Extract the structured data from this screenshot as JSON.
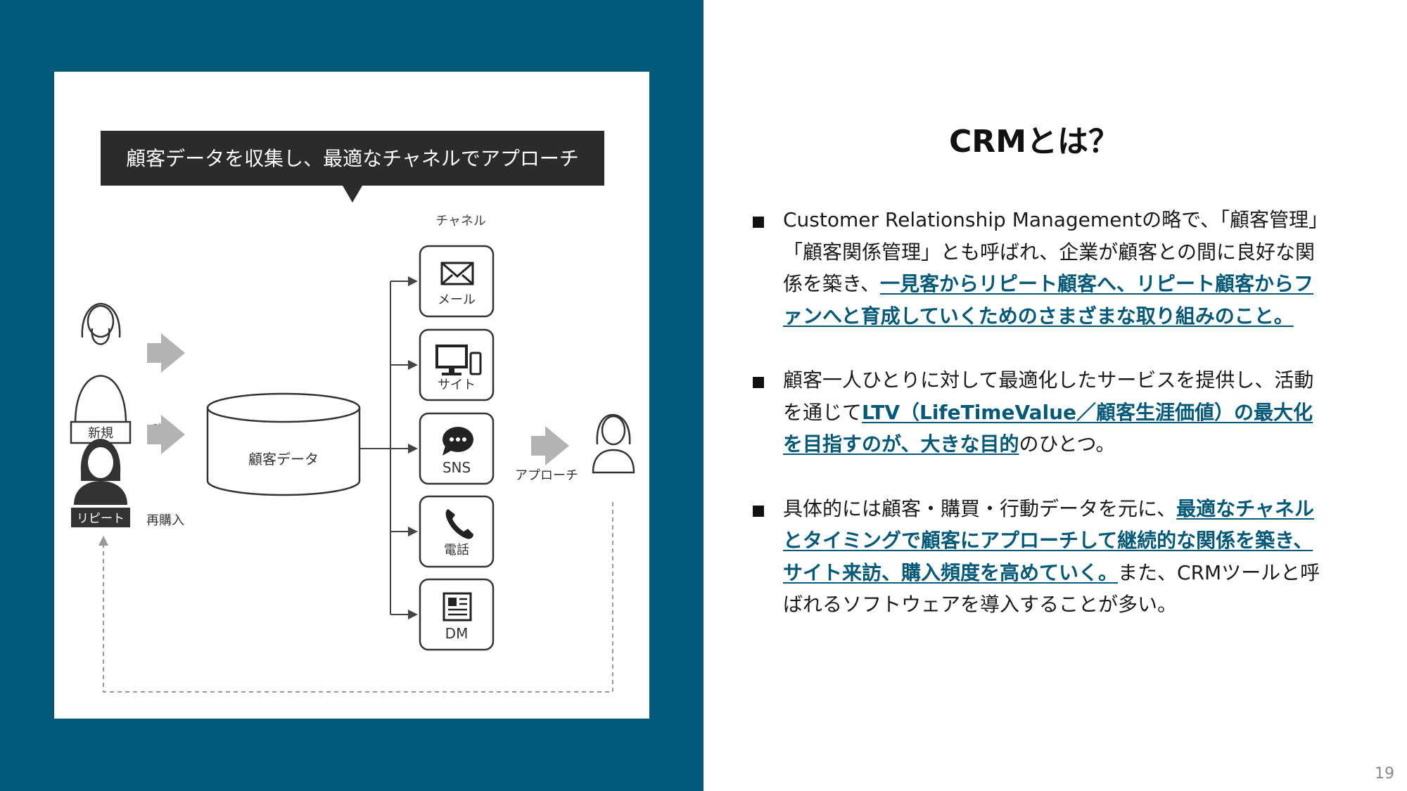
{
  "slide": {
    "title": "CRMとは？",
    "page_number": "19"
  },
  "figure": {
    "banner": "顧客データを収集し、最適なチャネルでアプローチ",
    "channels_heading": "チャネル",
    "database_label": "顧客データ",
    "customer_new_label": "新規",
    "customer_repeat_label": "リピート",
    "purchase_label": "購入",
    "repurchase_label": "再購入",
    "approach_label": "アプローチ",
    "channels": [
      {
        "label": "メール",
        "icon": "mail-icon"
      },
      {
        "label": "サイト",
        "icon": "monitor-icon"
      },
      {
        "label": "SNS",
        "icon": "chat-icon"
      },
      {
        "label": "電話",
        "icon": "phone-icon"
      },
      {
        "label": "DM",
        "icon": "newspaper-icon"
      }
    ]
  },
  "bullets": [
    {
      "text1": "Customer Relationship Managementの略で、「顧客管理」「顧客関係管理」とも呼ばれ、企業が顧客との間に良好な関係を築き、",
      "highlight": "一見客からリピート顧客へ、リピート顧客からファンへと育成していくためのさまざまな取り組みのこと。",
      "text2": ""
    },
    {
      "text1": "顧客一人ひとりに対して最適化したサービスを提供し、活動を通じて",
      "highlight": "LTV（LifeTimeValue／顧客生涯価値）の最大化を目指すのが、大きな目的",
      "text2": "のひとつ。"
    },
    {
      "text1": "具体的には顧客・購買・行動データを元に、",
      "highlight": "最適なチャネルとタイミングで顧客にアプローチして継続的な関係を築き、サイト来訪、購入頻度を高めていく。",
      "text2": "また、CRMツールと呼ばれるソフトウェアを導入することが多い。"
    }
  ],
  "colors": {
    "brand_blue": "#02597a",
    "banner_bg": "#2b2b2b",
    "arrow_gray": "#b3b3b3"
  }
}
